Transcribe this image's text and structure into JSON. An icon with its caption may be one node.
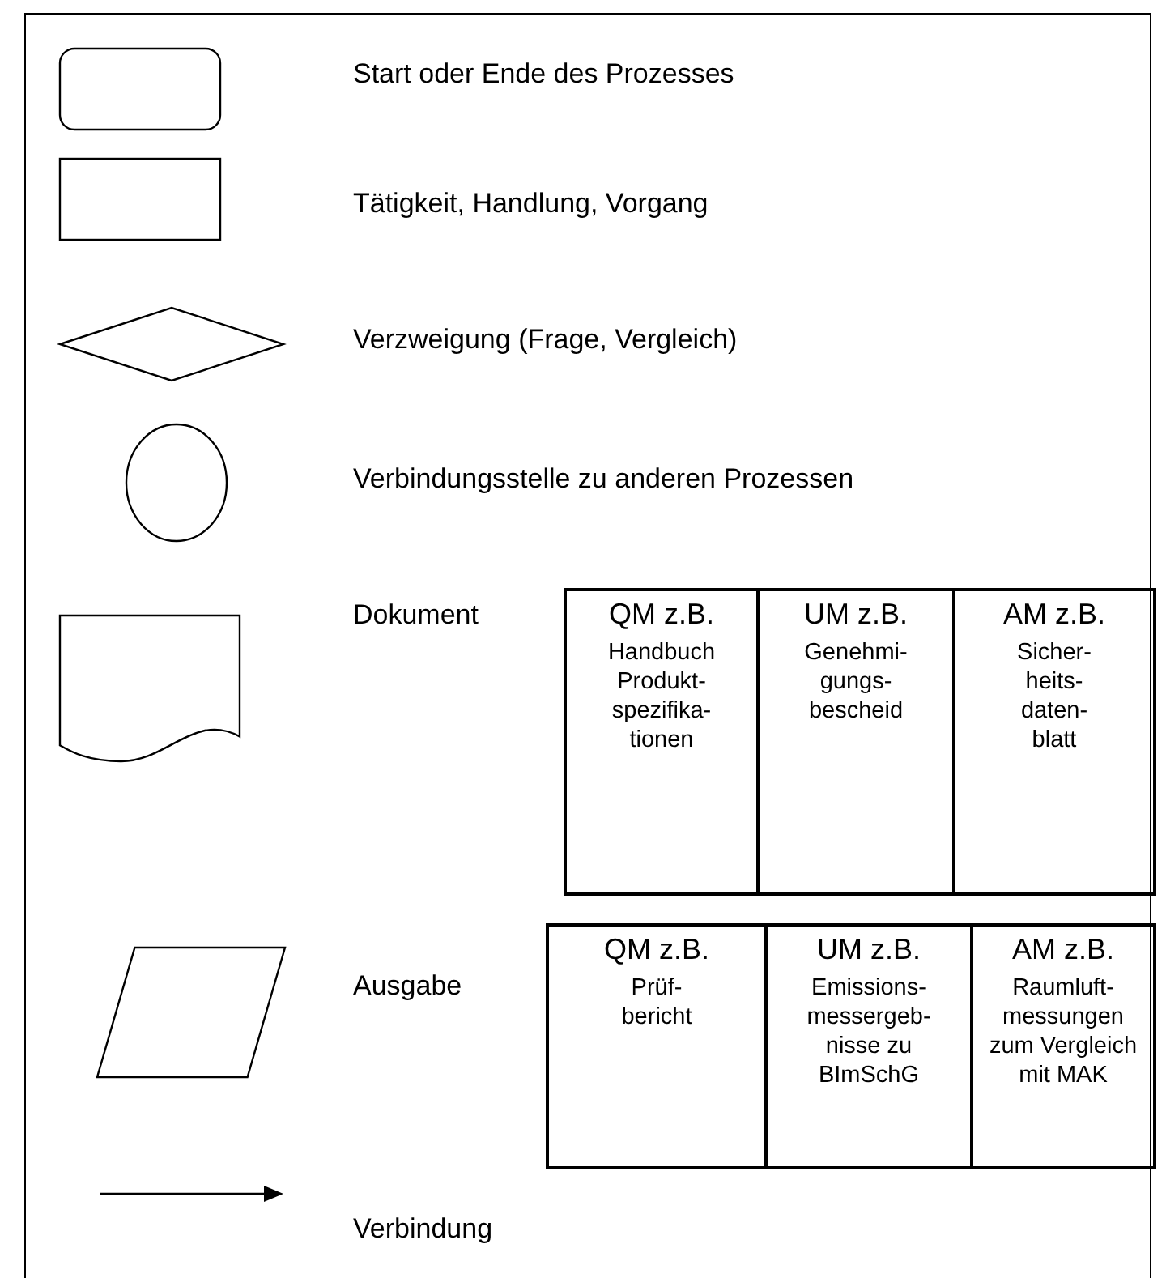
{
  "diagram": {
    "nodes": [
      {
        "text": [],
        "shape": "rounded-box"
      },
      {
        "text": [],
        "shape": "box"
      },
      {
        "text": [],
        "shape": "diamond"
      },
      {
        "text": [],
        "shape": "circle"
      },
      {
        "text": [],
        "shape": "document"
      },
      {
        "text": [],
        "shape": "parallelogram"
      }
    ],
    "labels": [
      "QM z.B.",
      "UM z.B.",
      "AM z.B.",
      "Handbuch Produkt- spezifika- tionen",
      "Genehmi- gungs- bescheid",
      "Sicher- heits- daten- blatt",
      "QM z.B.",
      "UM z.B.",
      "AM z.B.",
      "Prüf- bericht",
      "Emissions- messergeb- nisse zu BImSchG",
      "Raumluft- messungen zum Vergleich mit MAK"
    ],
    "legend": [
      {
        "text": "Start oder Ende des Prozesses"
      },
      {
        "text": "Tätigkeit, Handlung, Vorgang"
      },
      {
        "text": "Verzweigung (Frage, Vergleich)"
      },
      {
        "text": "Verbindungsstelle zu anderen Prozessen"
      },
      {
        "text": "Dokument"
      },
      {
        "text": "Ausgabe"
      },
      {
        "text": "Verbindung"
      }
    ]
  }
}
